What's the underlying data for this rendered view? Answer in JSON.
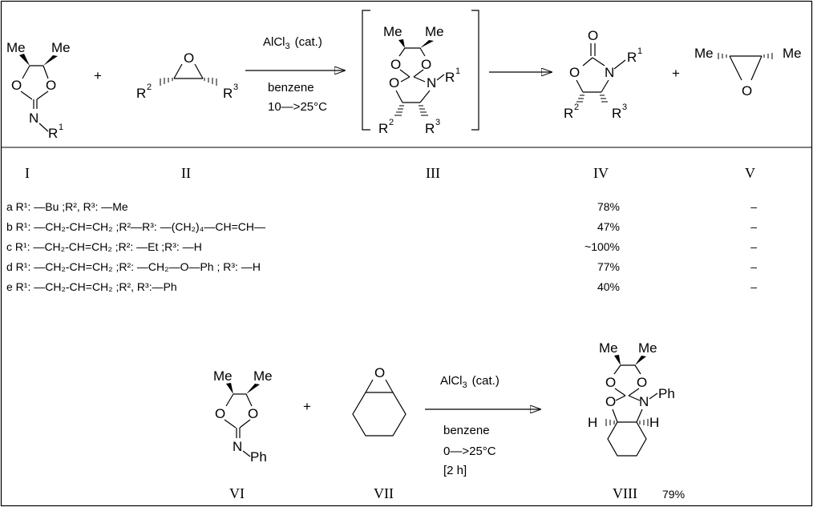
{
  "compound_labels": {
    "I": "I",
    "II": "II",
    "III": "III",
    "IV": "IV",
    "V": "V",
    "VI": "VI",
    "VII": "VII",
    "VIII": "VIII"
  },
  "atoms": {
    "Me": "Me",
    "O": "O",
    "N": "N",
    "R1": "R",
    "R2": "R",
    "R3": "R",
    "sup1": "1",
    "sup2": "2",
    "sup3": "3",
    "H": "H",
    "Ph": "Ph"
  },
  "plus": "+",
  "reaction1": {
    "catalyst": "AlCl",
    "catalyst_sub": "3",
    "catalyst_suffix": "(cat.)",
    "solvent": "benzene",
    "temperature": "10—>25°C"
  },
  "reaction2": {
    "catalyst": "AlCl",
    "catalyst_sub": "3",
    "catalyst_suffix": "(cat.)",
    "solvent": "benzene",
    "temperature": "0—>25°C",
    "time": "[2 h]",
    "product_yield": "79%"
  },
  "table": {
    "rows": [
      {
        "entry": "a R¹: —Bu ;R², R³: —Me",
        "yield_IV": "78%",
        "yield_V": "–"
      },
      {
        "entry": "b R¹: —CH₂-CH=CH₂ ;R²—R³: —(CH₂)₄—CH=CH—",
        "yield_IV": "47%",
        "yield_V": "–"
      },
      {
        "entry": "c R¹: —CH₂-CH=CH₂ ;R²: —Et ;R³: —H",
        "yield_IV": "~100%",
        "yield_V": "–"
      },
      {
        "entry": "d R¹: —CH₂-CH=CH₂ ;R²: —CH₂—O—Ph ; R³: —H",
        "yield_IV": "77%",
        "yield_V": "–"
      },
      {
        "entry": "e R¹: —CH₂-CH=CH₂ ;R², R³:—Ph",
        "yield_IV": "40%",
        "yield_V": "–"
      }
    ]
  }
}
